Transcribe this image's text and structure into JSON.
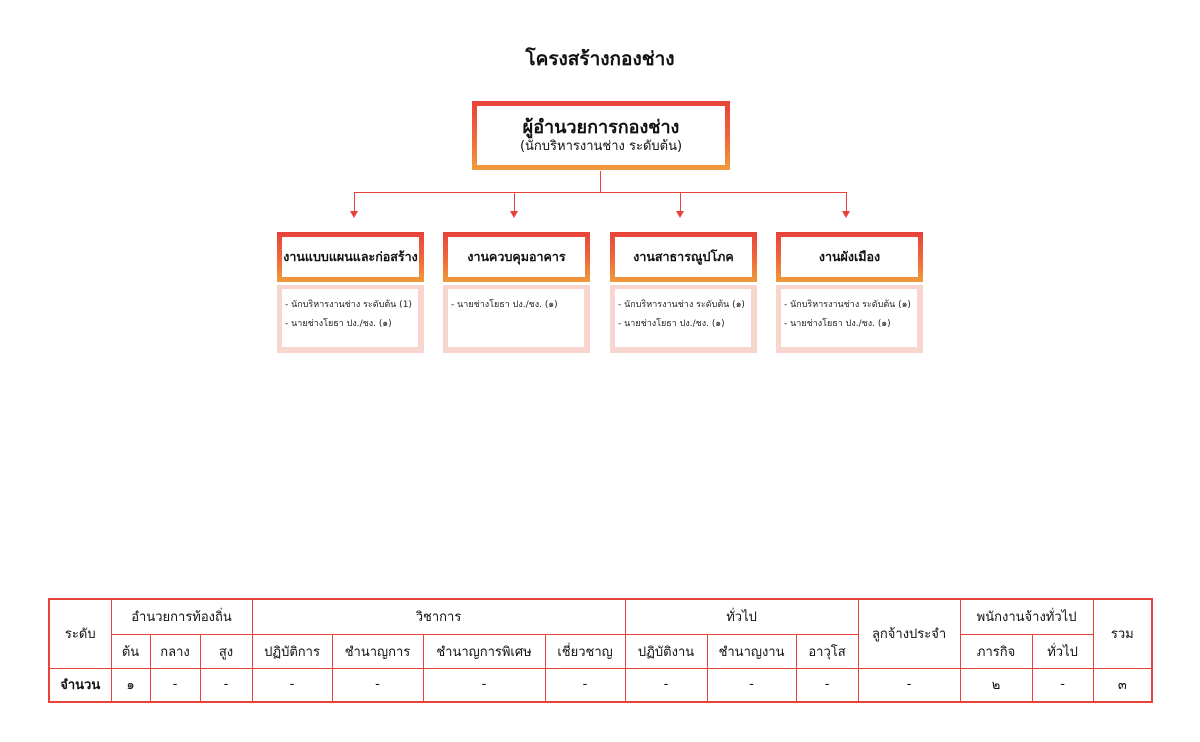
{
  "title": "โครงสร้างกองช่าง",
  "head": {
    "title": "ผู้อำนวยการกองช่าง",
    "subtitle": "(นักบริหารงานช่าง ระดับต้น)"
  },
  "departments": [
    {
      "name": "งานแบบแผนและก่อสร้าง",
      "staff": [
        "- นักบริหารงานช่าง ระดับต้น (1)",
        "- นายช่างโยธา ปง./ชง. (๑)"
      ]
    },
    {
      "name": "งานควบคุมอาคาร",
      "staff": [
        "- นายช่างโยธา ปง./ชง. (๑)"
      ]
    },
    {
      "name": "งานสาธารณูปโภค",
      "staff": [
        "- นักบริหารงานช่าง ระดับต้น (๑)",
        "- นายช่างโยธา ปง./ชง. (๑)"
      ]
    },
    {
      "name": "งานผังเมือง",
      "staff": [
        "- นักบริหารงานช่าง ระดับต้น (๑)",
        "- นายช่างโยธา ปง./ชง. (๑)"
      ]
    }
  ],
  "table": {
    "level_label": "ระดับ",
    "count_label": "จำนวน",
    "groups": {
      "local_admin": "อำนวยการท้องถิ่น",
      "academic": "วิชาการ",
      "general": "ทั่วไป",
      "permanent_employee": "ลูกจ้างประจำ",
      "contract_employee": "พนักงานจ้างทั่วไป",
      "total": "รวม"
    },
    "sub": {
      "la_1": "ต้น",
      "la_2": "กลาง",
      "la_3": "สูง",
      "ac_1": "ปฏิบัติการ",
      "ac_2": "ชำนาญการ",
      "ac_3": "ชำนาญการพิเศษ",
      "ac_4": "เชี่ยวชาญ",
      "ge_1": "ปฏิบัติงาน",
      "ge_2": "ชำนาญงาน",
      "ge_3": "อาวุโส",
      "ce_1": "ภารกิจ",
      "ce_2": "ทั่วไป"
    },
    "counts": {
      "la_1": "๑",
      "la_2": "-",
      "la_3": "-",
      "ac_1": "-",
      "ac_2": "-",
      "ac_3": "-",
      "ac_4": "-",
      "ge_1": "-",
      "ge_2": "-",
      "ge_3": "-",
      "pe": "-",
      "ce_1": "๒",
      "ce_2": "-",
      "total": "๓"
    }
  }
}
